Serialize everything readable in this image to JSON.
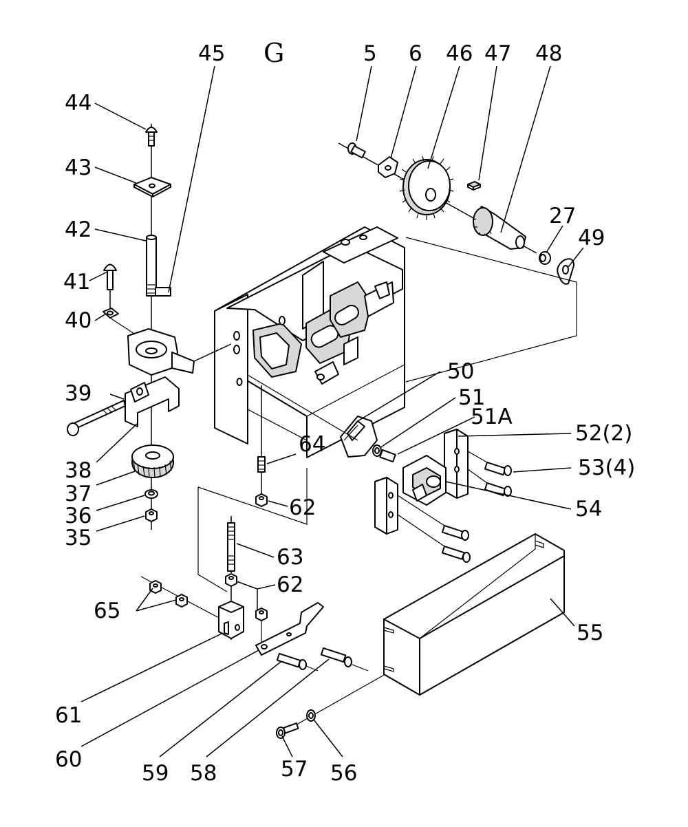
{
  "diagram": {
    "title": "G",
    "callouts": [
      "45",
      "5",
      "6",
      "46",
      "47",
      "48",
      "44",
      "43",
      "42",
      "27",
      "49",
      "41",
      "40",
      "39",
      "50",
      "51",
      "51A",
      "52(2)",
      "53(4)",
      "38",
      "64",
      "37",
      "54",
      "36",
      "62",
      "35",
      "63",
      "62",
      "65",
      "55",
      "61",
      "60",
      "59",
      "58",
      "57",
      "56"
    ]
  }
}
